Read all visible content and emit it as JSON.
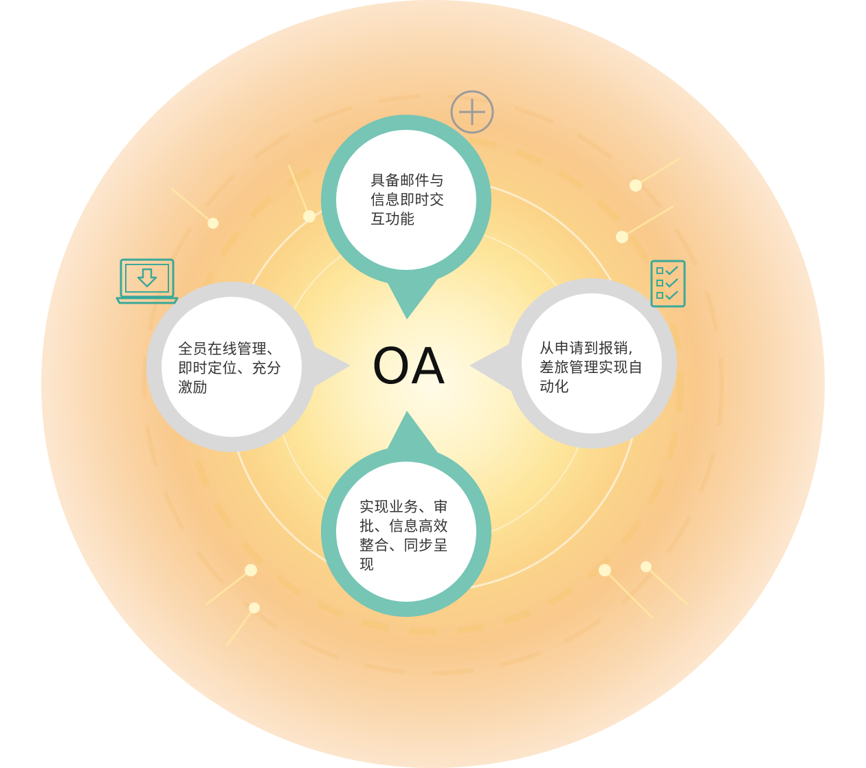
{
  "center_label": "OA",
  "colors": {
    "teal": "#76c5b5",
    "gray": "#d9d9d9",
    "icon_teal": "#3aa89a",
    "icon_gray": "#9b9b9b"
  },
  "features": {
    "top": "具备邮件与\n信息即时交\n互功能",
    "left": "全员在线管理、\n即时定位、充分\n激励",
    "right": "从申请到报销,\n差旅管理实现自\n动化",
    "bottom": "实现业务、审\n批、信息高效\n整合、同步呈\n现"
  },
  "icons": {
    "top_right": "plus-circle-icon",
    "left": "laptop-download-icon",
    "right": "checklist-icon"
  }
}
